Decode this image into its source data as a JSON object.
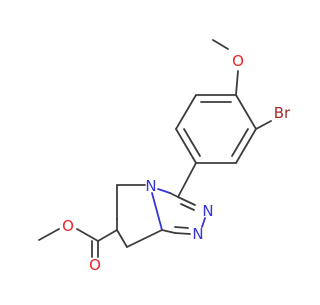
{
  "structure": {
    "atoms": [
      {
        "id": "o_ether",
        "label": "O",
        "color": "#e8252b"
      },
      {
        "id": "br",
        "label": "Br",
        "color": "#a52a2a"
      },
      {
        "id": "n4",
        "label": "N",
        "color": "#3535d8"
      },
      {
        "id": "n2",
        "label": "N",
        "color": "#3535d8"
      },
      {
        "id": "n1",
        "label": "N",
        "color": "#3535d8"
      },
      {
        "id": "o_ester",
        "label": "O",
        "color": "#e8252b"
      },
      {
        "id": "o_carbonyl",
        "label": "O",
        "color": "#e8252b"
      }
    ]
  }
}
